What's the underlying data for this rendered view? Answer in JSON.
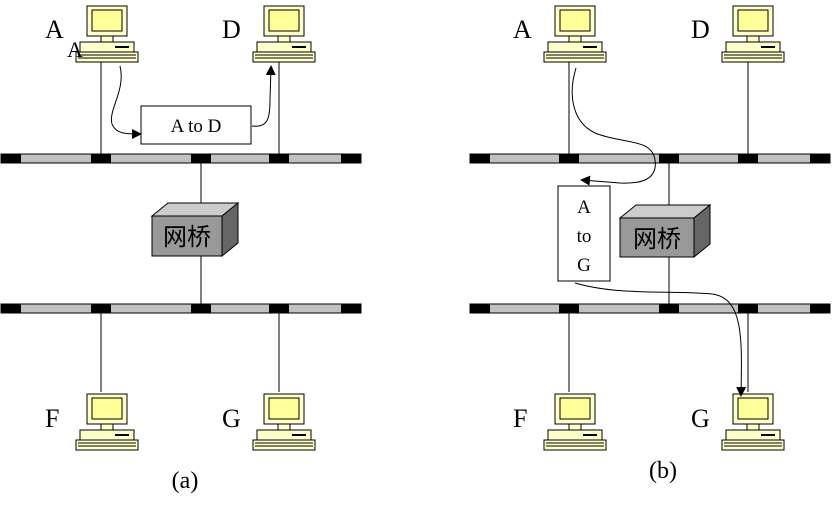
{
  "panels": [
    {
      "caption": "(a)",
      "hosts": {
        "top_left": "A",
        "top_right": "D",
        "bottom_left": "F",
        "bottom_right": "G"
      },
      "stray_label": "A",
      "bridge_label": "网桥",
      "frame_lines": [
        "A to D"
      ]
    },
    {
      "caption": "(b)",
      "hosts": {
        "top_left": "A",
        "top_right": "D",
        "bottom_left": "F",
        "bottom_right": "G"
      },
      "bridge_label": "网桥",
      "frame_lines": [
        "A",
        "to",
        "G"
      ]
    }
  ],
  "colors": {
    "monitor_body": "#ffffcc",
    "screen": "#ffff99",
    "bus_light": "#c0c0c0",
    "bus_dark": "#000000",
    "bridge_front": "#999999",
    "bridge_top": "#cccccc",
    "bridge_side": "#666666"
  }
}
